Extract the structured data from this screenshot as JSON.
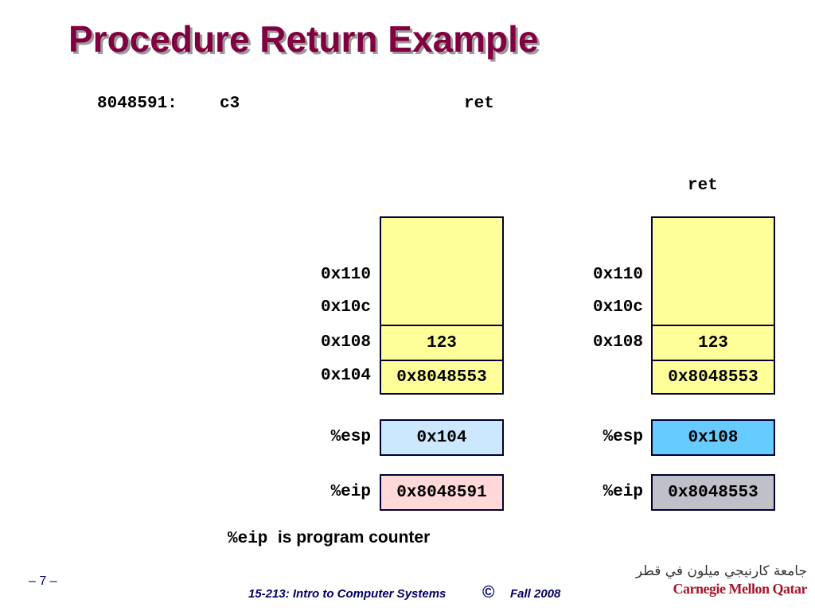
{
  "title": "Procedure Return Example",
  "instruction": {
    "address": "8048591:",
    "opcode": "c3",
    "mnemonic": "ret"
  },
  "after_label": "ret",
  "before": {
    "stack_addresses": [
      "0x110",
      "0x10c",
      "0x108",
      "0x104"
    ],
    "stack_values": [
      "123",
      "0x8048553"
    ],
    "registers": [
      {
        "name": "%esp",
        "value": "0x104",
        "color": "#cce8ff"
      },
      {
        "name": "%eip",
        "value": "0x8048591",
        "color": "#ffd9d9"
      }
    ]
  },
  "after": {
    "stack_addresses": [
      "0x110",
      "0x10c",
      "0x108"
    ],
    "stack_values": [
      "123",
      "0x8048553"
    ],
    "registers": [
      {
        "name": "%esp",
        "value": "0x108",
        "color": "#66ccff"
      },
      {
        "name": "%eip",
        "value": "0x8048553",
        "color": "#c0c0c8"
      }
    ]
  },
  "note": {
    "code": "%eip",
    "text": "is program counter"
  },
  "footer": {
    "page": "– 7 –",
    "course": "15-213: Intro to Computer Systems",
    "copyright": "©",
    "term": "Fall 2008"
  },
  "logo": {
    "arabic": "جامعة كارنيجي ميلون في قطر",
    "english": "Carnegie Mellon Qatar"
  },
  "colors": {
    "title": "#800040",
    "stack_fill": "#ffff99",
    "border": "#000033"
  }
}
